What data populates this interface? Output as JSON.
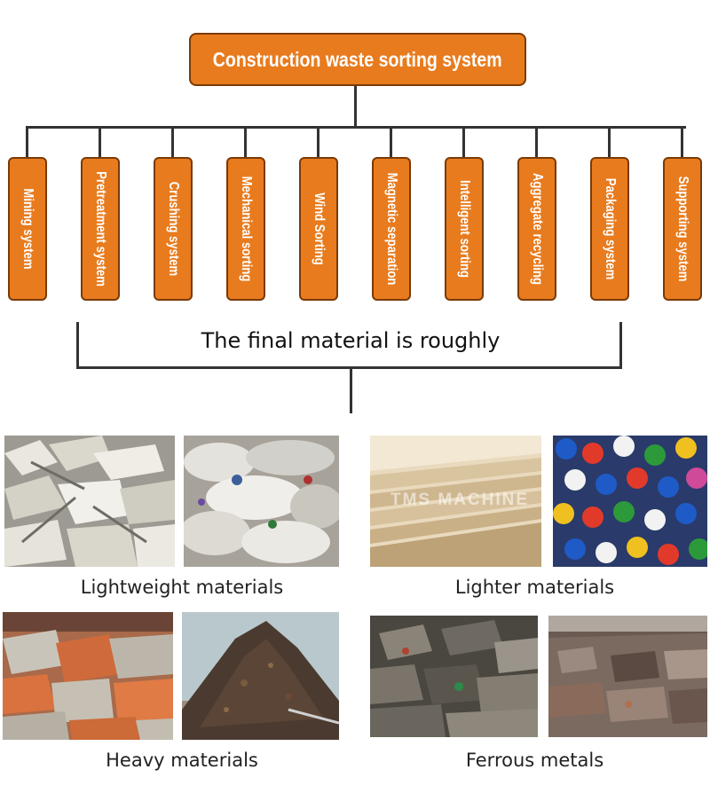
{
  "diagram": {
    "title": "Construction waste sorting system",
    "systems": [
      "Mining system",
      "Pretreatment system",
      "Crushing system",
      "Mechanical sorting",
      "Wind Sorting",
      "Magnetic separation",
      "Intelligent sorting",
      "Aggregate recycling",
      "Packaging system",
      "Supporting system"
    ],
    "final_label": "The final material is roughly",
    "box_color": "#e87b1e",
    "box_border_color": "#7a3a06"
  },
  "materials": [
    {
      "caption": "Lightweight materials"
    },
    {
      "caption": "Lighter materials"
    },
    {
      "caption": "Heavy materials"
    },
    {
      "caption": "Ferrous metals"
    }
  ],
  "watermark": "TMS MACHINE"
}
